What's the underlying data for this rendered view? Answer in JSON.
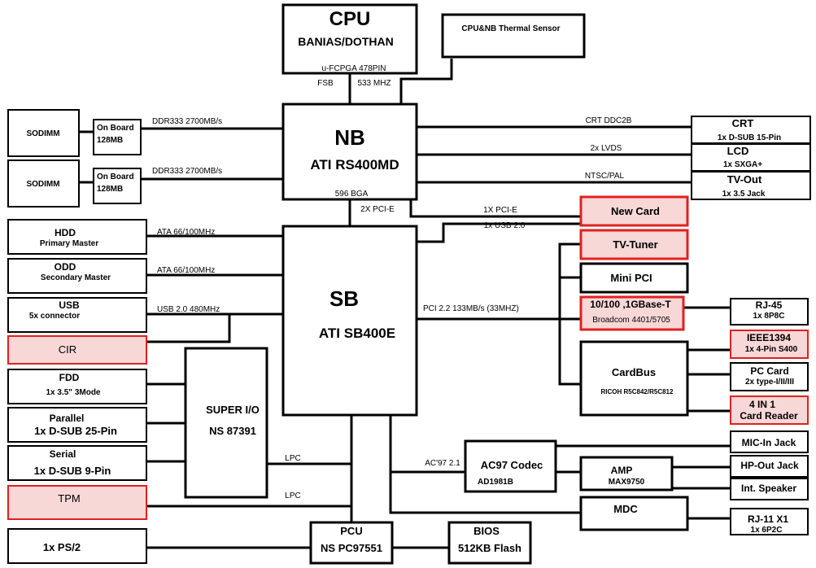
{
  "cpu": {
    "title": "CPU",
    "model": "BANIAS/DOTHAN",
    "package": "u-FCPGA  478PIN"
  },
  "thermal": {
    "label": "CPU&NB  Thermal  Sensor"
  },
  "fsb": {
    "label": "FSB",
    "speed": "533 MHZ"
  },
  "nb": {
    "title": "NB",
    "model": "ATI RS400MD",
    "package": "596 BGA"
  },
  "sb": {
    "title": "SB",
    "model": "ATI SB400E"
  },
  "nb_sb_link": "2X PCI-E",
  "memory": [
    {
      "slot": "SODIMM",
      "onboard1": "On Board",
      "onboard2": "128MB",
      "bus": "DDR333    2700MB/s"
    },
    {
      "slot": "SODIMM",
      "onboard1": "On Board",
      "onboard2": "128MB",
      "bus": "DDR333    2700MB/s"
    }
  ],
  "left_sb": [
    {
      "title": "HDD",
      "sub": "Primary Master",
      "bus": "ATA    66/100MHz"
    },
    {
      "title": "ODD",
      "sub": "Secondary Master",
      "bus": "ATA    66/100MHz"
    },
    {
      "title": "USB",
      "sub": "5x  connector",
      "bus": "USB 2.0  480MHz"
    }
  ],
  "cir": "CIR",
  "superio": {
    "title": "SUPER  I/O",
    "model": "NS 87391"
  },
  "superio_devices": [
    {
      "title": "FDD",
      "sub": "1x 3.5\" 3Mode"
    },
    {
      "title": "Parallel",
      "sub": "1x D-SUB 25-Pin"
    },
    {
      "title": "Serial",
      "sub": "1x D-SUB 9-Pin"
    }
  ],
  "tpm": "TPM",
  "lpc1": "LPC",
  "lpc2": "LPC",
  "ps2": "1x    PS/2",
  "pcu": {
    "title": "PCU",
    "model": "NS PC97551"
  },
  "bios": {
    "title": "BIOS",
    "model": "512KB Flash"
  },
  "display": [
    {
      "bus": "CRT  DDC2B",
      "title": "CRT",
      "sub": "1x D-SUB 15-Pin"
    },
    {
      "bus": "2x LVDS",
      "title": "LCD",
      "sub": "1x  SXGA+"
    },
    {
      "bus": "NTSC/PAL",
      "title": "TV-Out",
      "sub": "1x 3.5 Jack"
    }
  ],
  "newcard": {
    "label": "New Card",
    "bus1": "1X PCI-E",
    "bus2": "1x USB 2.0"
  },
  "tvtuner": "TV-Tuner",
  "minipci": "Mini PCI",
  "pci_bus": "PCI 2.2    133MB/s (33MHZ)",
  "lan": {
    "title": "10/100 ,1GBase-T",
    "model": "Broadcom 4401/5705"
  },
  "rj45": {
    "title": "RJ-45",
    "sub": "1x 8P8C"
  },
  "cardbus": {
    "title": "CardBus",
    "model": "RICOH R5C842/R5C812"
  },
  "ieee": {
    "title": "IEEE1394",
    "sub": "1x 4-Pin S400"
  },
  "pccard": {
    "title": "PC Card",
    "sub": "2x type-I/II/III"
  },
  "reader": {
    "title": "4 IN 1",
    "sub": "Card Reader"
  },
  "ac97_bus": "AC'97  2.1",
  "codec": {
    "title": "AC97 Codec",
    "model": "AD1981B"
  },
  "amp": {
    "title": "AMP",
    "model": "MAX9750"
  },
  "mdc": "MDC",
  "audio_jacks": [
    "MIC-In Jack",
    "HP-Out Jack",
    "Int. Speaker"
  ],
  "rj11": {
    "title": "RJ-11 X1",
    "sub": "1x 6P2C"
  },
  "colors": {
    "highlight_fill": "#f8d7d7",
    "highlight_stroke": "#e02020",
    "line": "#000000"
  }
}
